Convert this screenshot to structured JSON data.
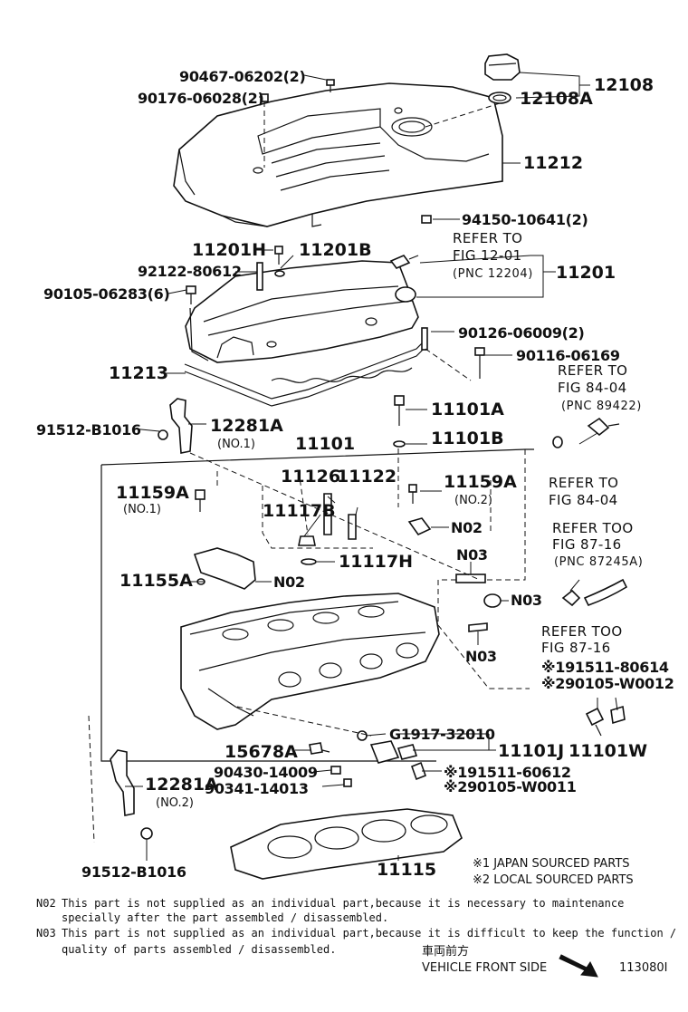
{
  "labels": {
    "l_90467": "90467-06202(2)",
    "l_90176": "90176-06028(2)",
    "l_12108": "12108",
    "l_12108a": "12108A",
    "l_11212": "11212",
    "l_94150": "94150-10641(2)",
    "l_11201h": "11201H",
    "l_11201b": "11201B",
    "l_92122": "92122-80612",
    "l_90105_6283": "90105-06283(6)",
    "l_11201": "11201",
    "l_90126": "90126-06009(2)",
    "l_90116": "90116-06169",
    "l_11213": "11213",
    "l_11101a": "11101A",
    "l_11101b": "11101B",
    "l_91512a": "91512-B1016",
    "l_12281a": "12281A",
    "l_12281a_sub": "(NO.1)",
    "l_11101": "11101",
    "l_11126": "11126",
    "l_11122": "11122",
    "l_11159a_l": "11159A",
    "l_11159a_l_sub": "(NO.1)",
    "l_11159a_r": "11159A",
    "l_11159a_r_sub": "(NO.2)",
    "l_11117b": "11117B",
    "l_11117h": "11117H",
    "l_no2_r": "N02",
    "l_no3_a": "N03",
    "l_no3_b": "N03",
    "l_no3_c": "N03",
    "l_11155a": "11155A",
    "l_no2_l": "N02",
    "l_g1917": "G1917-32010",
    "l_11101j": "11101J",
    "l_11101w": "11101W",
    "l_15678a": "15678A",
    "l_90430": "90430-14009",
    "l_90341": "90341-14013",
    "l_91511_60612": "※191511-60612",
    "l_90105_w0011": "※290105-W0011",
    "l_91511_80614": "※191511-80614",
    "l_90105_w0012": "※290105-W0012",
    "l_12281a2": "12281A",
    "l_12281a2_sub": "(NO.2)",
    "l_91512b": "91512-B1016",
    "l_11115": "11115"
  },
  "refs": {
    "r1_a": "REFER TO",
    "r1_b": "FIG 12-01",
    "r1_c": "(PNC 12204)",
    "r2_a": "REFER TO",
    "r2_b": "FIG 84-04",
    "r2_c": "(PNC 89422)",
    "r3_a": "REFER TO",
    "r3_b": "FIG 84-04",
    "r4_a": "REFER TOO",
    "r4_b": "FIG 87-16",
    "r4_c": "(PNC 87245A)",
    "r5_a": "REFER TOO",
    "r5_b": "FIG 87-16"
  },
  "legend": {
    "src1": "※1 JAPAN SOURCED PARTS",
    "src2": "※2 LOCAL SOURCED PARTS"
  },
  "notes": {
    "n02_code": "N02",
    "n02_line1": "This part is not supplied as an individual part,because it is necessary to maintenance",
    "n02_line2": "specially after the part assembled / disassembled.",
    "n03_code": "N03",
    "n03_line1": "This part is not supplied as an individual part,because it is difficult to keep the function /",
    "n03_line2": "quality of parts assembled / disassembled."
  },
  "footer": {
    "front_jp": "車両前方",
    "front_en": "VEHICLE FRONT SIDE",
    "fig_code": "113080I"
  }
}
